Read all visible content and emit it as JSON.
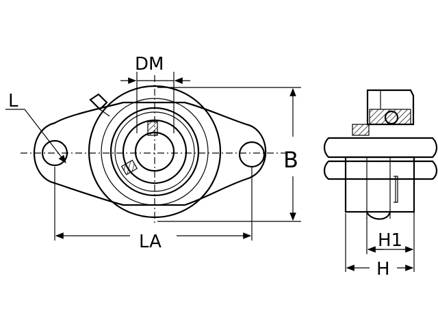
{
  "labels": {
    "dm": "DM",
    "l": "L",
    "b": "B",
    "la": "LA",
    "h1": "H1",
    "h": "H"
  }
}
